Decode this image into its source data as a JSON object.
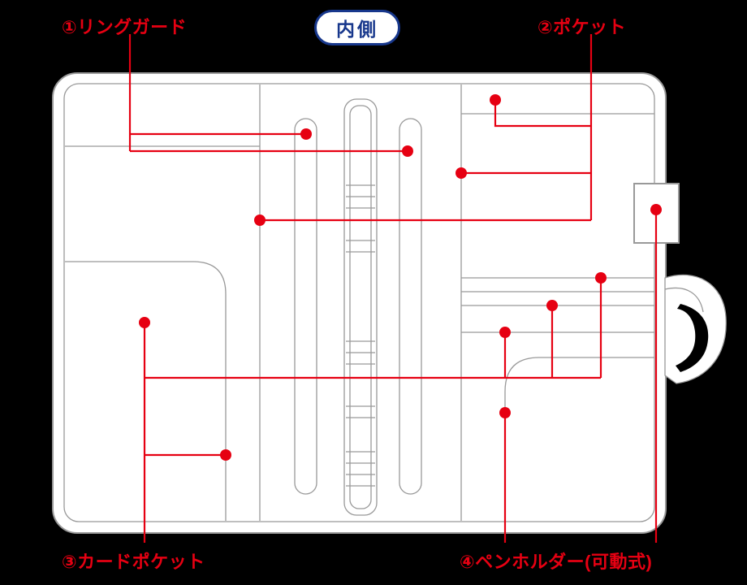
{
  "title_badge": {
    "label": "内側"
  },
  "callouts": [
    {
      "number": "①",
      "label": "①リングガード"
    },
    {
      "number": "②",
      "label": "②ポケット"
    },
    {
      "number": "③",
      "label": "③カードポケット"
    },
    {
      "number": "④",
      "label": "④ペンホルダー(可動式)"
    }
  ],
  "colors": {
    "background": "#000000",
    "callout_red": "#e60012",
    "line_art_gray": "#999999",
    "badge_blue": "#17378c",
    "body_white": "#ffffff"
  }
}
